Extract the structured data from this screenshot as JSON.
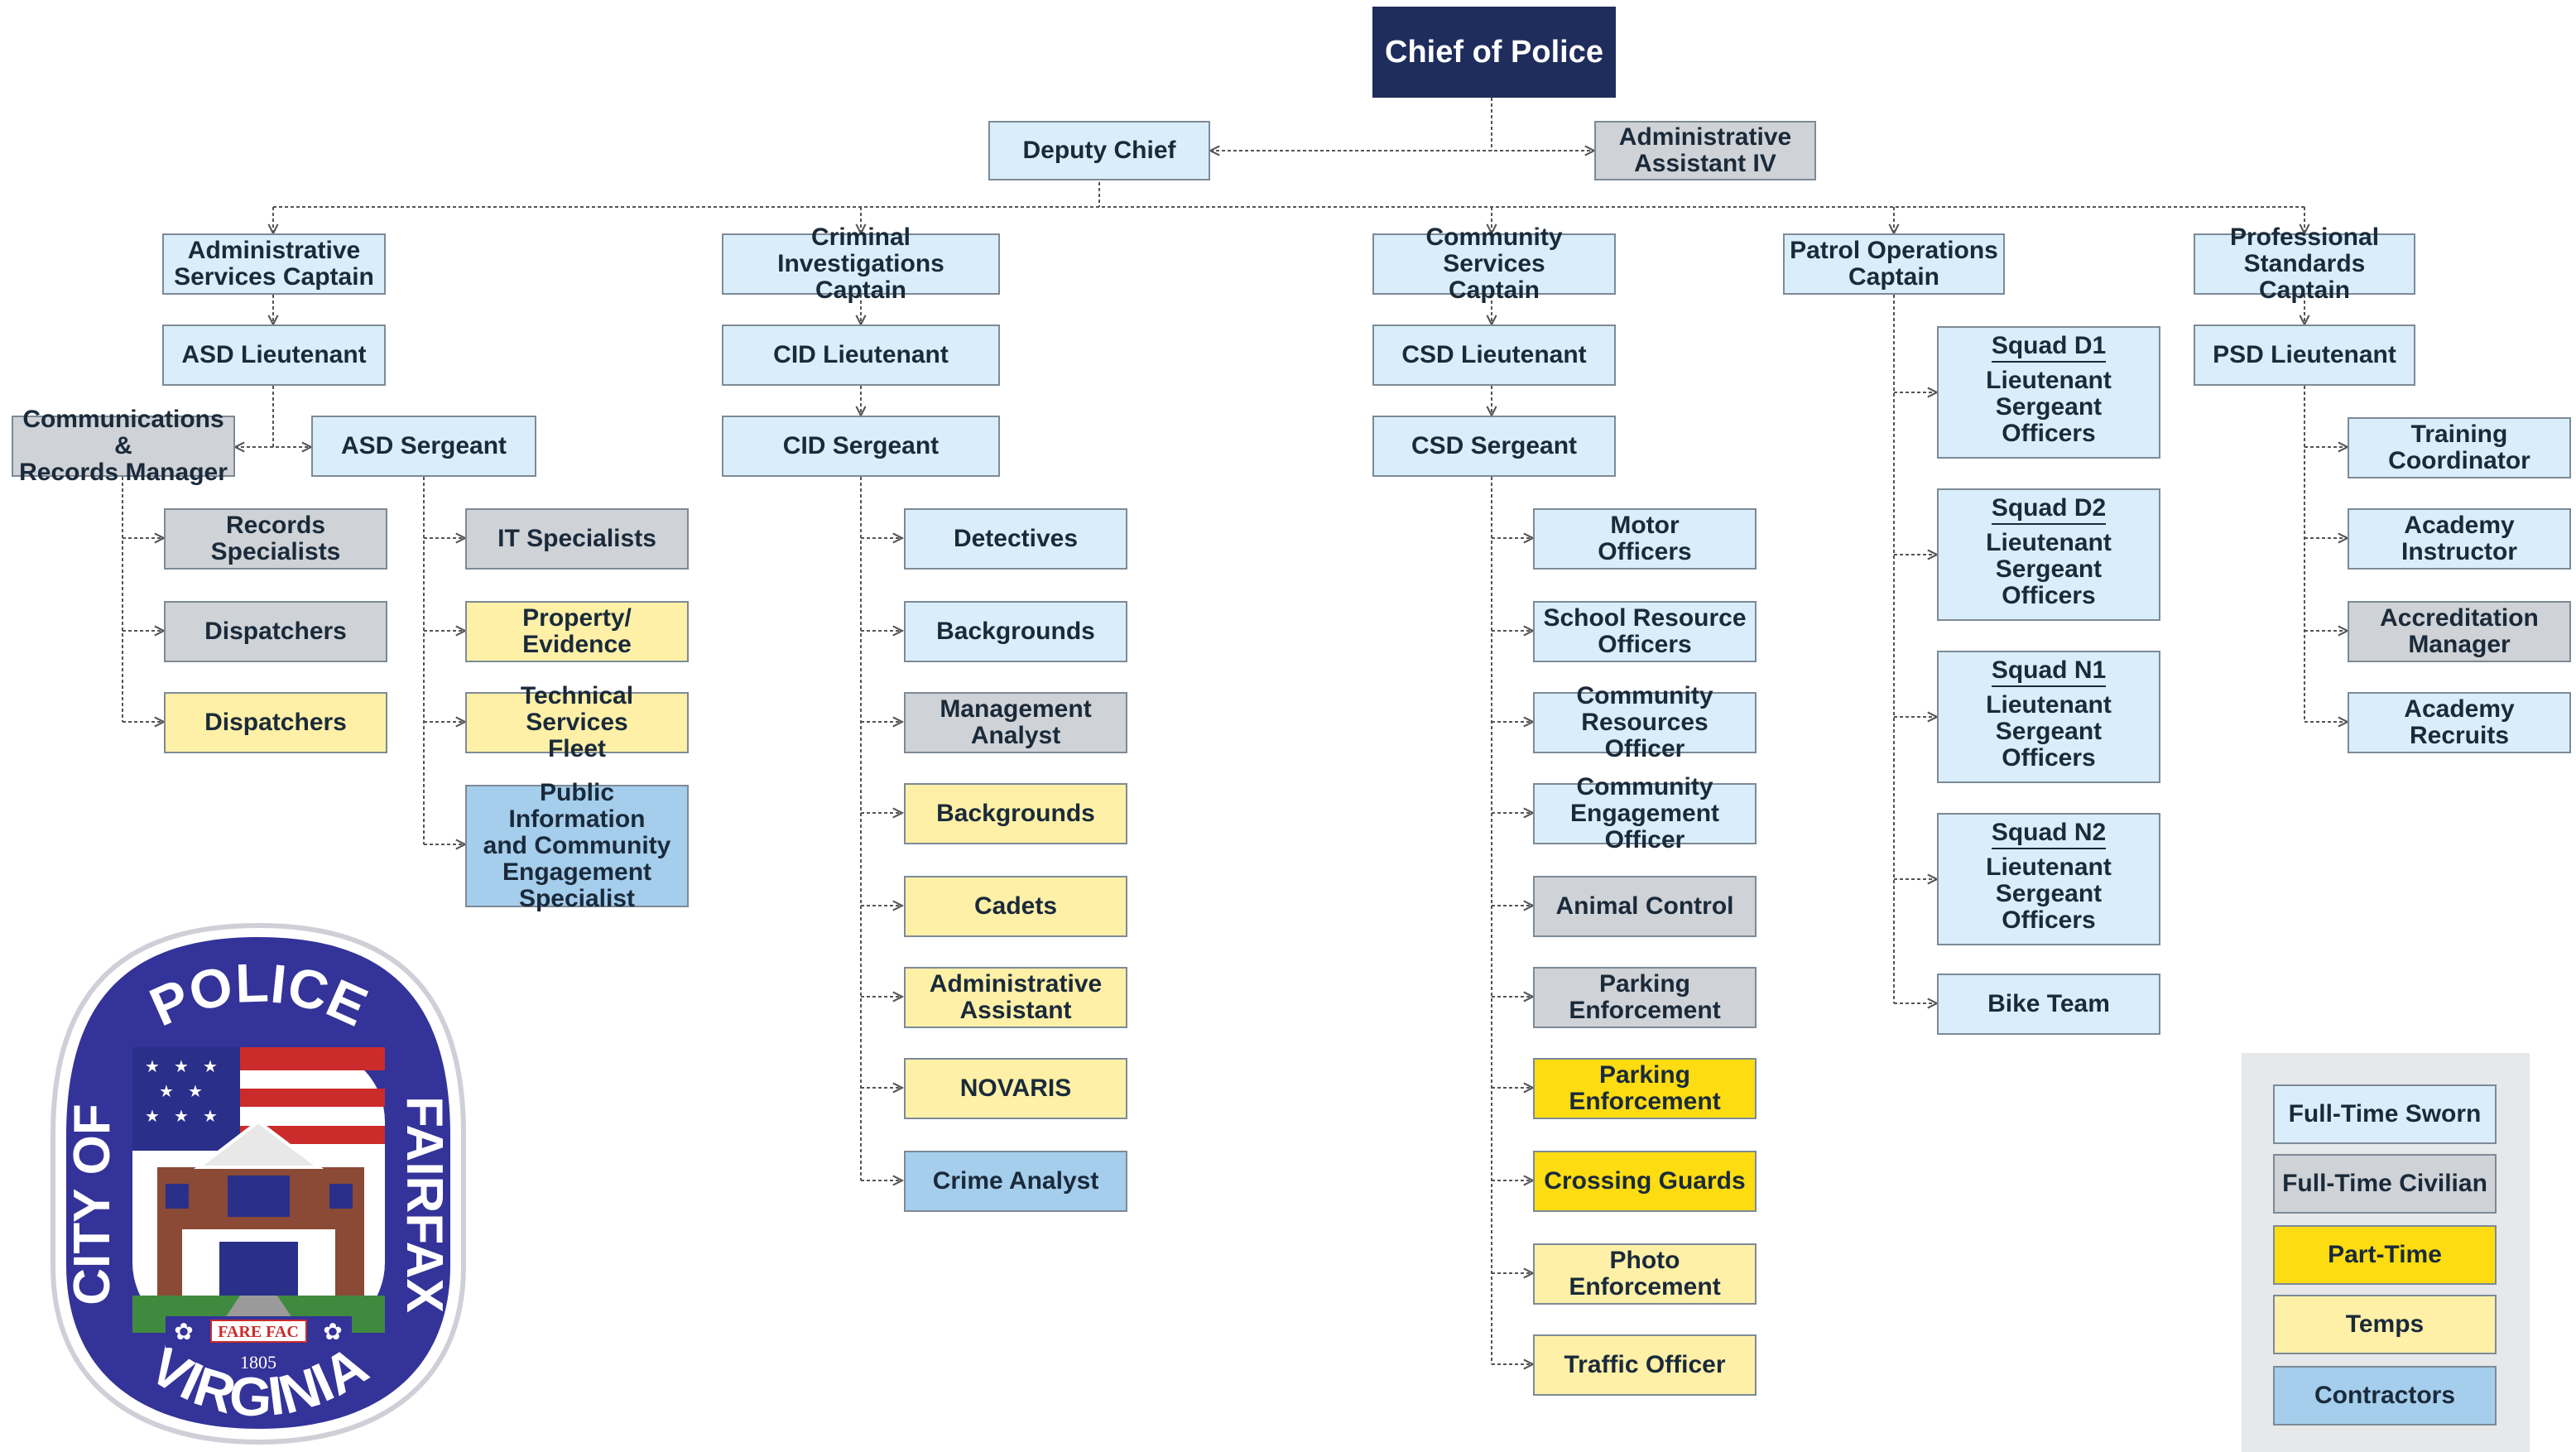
{
  "chief": "Chief of Police",
  "deputy_chief": "Deputy Chief",
  "admin_assistant": [
    "Administrative",
    "Assistant IV"
  ],
  "captains": {
    "asd": [
      "Administrative",
      "Services Captain"
    ],
    "cid": [
      "Criminal Investigations",
      "Captain"
    ],
    "csd": [
      "Community Services",
      "Captain"
    ],
    "patrol": [
      "Patrol Operations",
      "Captain"
    ],
    "psd": [
      "Professional",
      "Standards Captain"
    ]
  },
  "lieutenants": {
    "asd": "ASD Lieutenant",
    "cid": "CID Lieutenant",
    "csd": "CSD Lieutenant",
    "psd": "PSD Lieutenant"
  },
  "sergeants": {
    "asd": "ASD Sergeant",
    "cid": "CID Sergeant",
    "csd": "CSD Sergeant"
  },
  "comm_manager": [
    "Communications &",
    "Records Manager"
  ],
  "comm_units": {
    "records": [
      "Records",
      "Specialists"
    ],
    "dispatchers_civ": "Dispatchers",
    "dispatchers_tmp": "Dispatchers"
  },
  "asd_units": {
    "it": "IT Specialists",
    "property": [
      "Property/",
      "Evidence"
    ],
    "techfleet": [
      "Technical Services",
      "Fleet"
    ],
    "pio": [
      "Public Information",
      "and Community",
      "Engagement",
      "Specialist"
    ]
  },
  "cid_units": {
    "detectives": "Detectives",
    "backgrounds_sworn": "Backgrounds",
    "mgmt_analyst": [
      "Management",
      "Analyst"
    ],
    "backgrounds_tmp": "Backgrounds",
    "cadets": "Cadets",
    "admin_asst": [
      "Administrative",
      "Assistant"
    ],
    "novaris": "NOVARIS",
    "crime_analyst": "Crime Analyst"
  },
  "csd_units": {
    "motor": [
      "Motor",
      "Officers"
    ],
    "sro": [
      "School Resource",
      "Officers"
    ],
    "cro": [
      "Community",
      "Resources Officer"
    ],
    "ceo": [
      "Community",
      "Engagement Officer"
    ],
    "animal": "Animal Control",
    "parking_civ": [
      "Parking",
      "Enforcement"
    ],
    "parking_pt": [
      "Parking",
      "Enforcement"
    ],
    "crossing": "Crossing Guards",
    "photo": [
      "Photo",
      "Enforcement"
    ],
    "traffic": "Traffic Officer"
  },
  "squads": [
    {
      "title": "Squad D1",
      "lines": [
        "Lieutenant",
        "Sergeant",
        "Officers"
      ]
    },
    {
      "title": "Squad D2",
      "lines": [
        "Lieutenant",
        "Sergeant",
        "Officers"
      ]
    },
    {
      "title": "Squad N1",
      "lines": [
        "Lieutenant",
        "Sergeant",
        "Officers"
      ]
    },
    {
      "title": "Squad N2",
      "lines": [
        "Lieutenant",
        "Sergeant",
        "Officers"
      ]
    }
  ],
  "bike_team": "Bike Team",
  "psd_units": {
    "training": [
      "Training",
      "Coordinator"
    ],
    "instructor": [
      "Academy",
      "Instructor"
    ],
    "accreditation": [
      "Accreditation",
      "Manager"
    ],
    "recruits": [
      "Academy",
      "Recruits"
    ]
  },
  "legend": [
    {
      "label": "Full-Time Sworn",
      "color": "#d9eefa"
    },
    {
      "label": "Full-Time Civilian",
      "color": "#cfd2d6"
    },
    {
      "label": "Part-Time",
      "color": "#fddc12"
    },
    {
      "label": "Temps",
      "color": "#fff0a8"
    },
    {
      "label": "Contractors",
      "color": "#a5cdec"
    }
  ],
  "seal": {
    "top": "POLICE",
    "left": "CITY OF",
    "right": "FAIRFAX",
    "bottom": "VIRGINIA",
    "motto": "FARE FAC",
    "year": "1805"
  },
  "colors": {
    "navy": "#1f2d5c",
    "seal_blue": "#333399",
    "line": "#555555"
  }
}
